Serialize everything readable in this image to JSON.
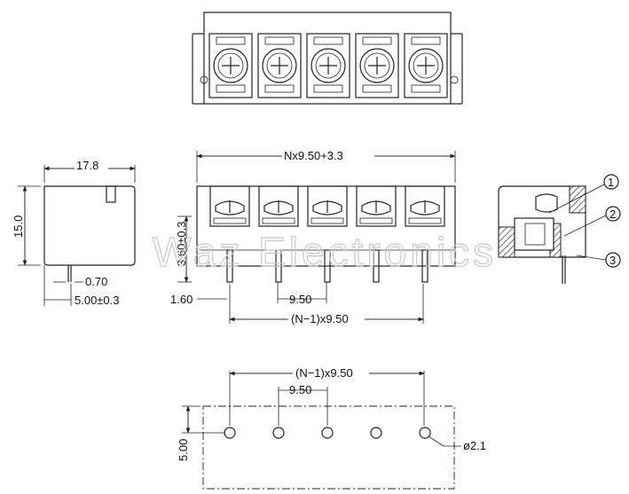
{
  "watermark": "Waz Electronics",
  "top_view": {
    "pole_count": 5
  },
  "side_view": {
    "width_label": "17.8",
    "height_label": "15.0",
    "pin_diameter_label": "0.70",
    "pin_offset_label": "5.00±0.3"
  },
  "front_view": {
    "overall_length_label": "Nx9.50+3.3",
    "pin_protrusion_label": "3.60±0.3",
    "pin_width_label": "1.60",
    "pitch_label": "9.50",
    "span_label": "(N−1)x9.50"
  },
  "section_view": {
    "callouts": [
      "1",
      "2",
      "3"
    ]
  },
  "pcb_layout": {
    "span_label": "(N−1)x9.50",
    "pitch_label": "9.50",
    "row_offset_label": "5.00",
    "hole_label": "ø2.1"
  }
}
